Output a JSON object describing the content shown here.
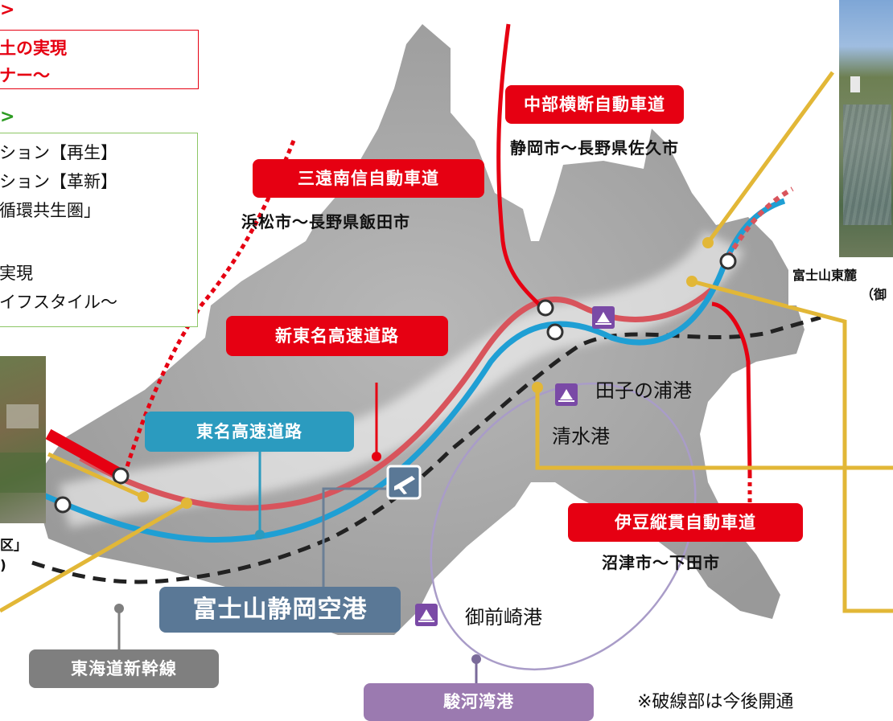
{
  "left_panel": {
    "header_red_arrow": ">",
    "red_box_line1": "土の実現",
    "red_box_line2": "ナー〜",
    "header_green_arrow": ">",
    "green_box_lines": [
      "ション【再生】",
      "ション【革新】",
      "循環共生圏」",
      "実現",
      "イフスタイル〜"
    ],
    "photo_caption_line1": "区」",
    "photo_caption_line2": ")"
  },
  "roads": {
    "chubu": {
      "name": "中部横断自動車道",
      "route": "静岡市〜長野県佐久市"
    },
    "sanen": {
      "name": "三遠南信自動車道",
      "route": "浜松市〜長野県飯田市"
    },
    "shintomei": {
      "name": "新東名高速道路"
    },
    "tomei": {
      "name": "東名高速道路"
    },
    "izu": {
      "name": "伊豆縦貫自動車道",
      "route": "沼津市〜下田市"
    },
    "shinkansen": {
      "name": "東海道新幹線"
    }
  },
  "airport": {
    "name": "富士山静岡空港"
  },
  "ports": {
    "tagonoura": "田子の浦港",
    "shimizu": "清水港",
    "omaezaki": "御前崎港",
    "suruga_bay": "駿河湾港"
  },
  "right_caption": {
    "line1": "富士山東麓",
    "line2": "（御"
  },
  "note": "※破線部は今後開通",
  "colors": {
    "red": "#e60012",
    "teal": "#2b9bbf",
    "gray": "#7f7f7f",
    "purple": "#9b7ab0",
    "slate": "#5a7896",
    "gold": "#e2b737",
    "land": "#a9a9a9"
  }
}
